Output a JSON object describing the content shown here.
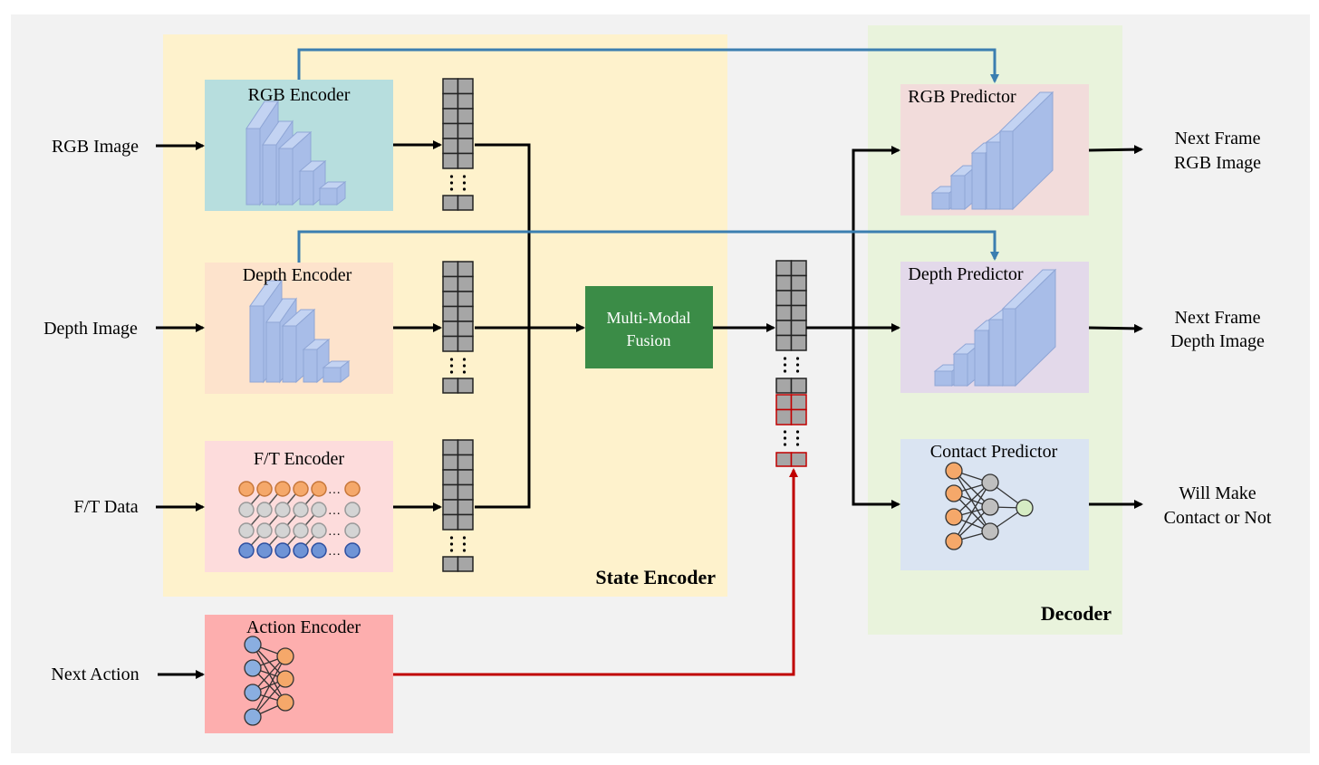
{
  "inputs": {
    "rgb": "RGB Image",
    "depth": "Depth Image",
    "ft": "F/T Data",
    "action": "Next Action"
  },
  "encoders": {
    "rgb": "RGB Encoder",
    "depth": "Depth Encoder",
    "ft": "F/T Encoder",
    "action": "Action Encoder"
  },
  "fusion": {
    "line1": "Multi-Modal",
    "line2": "Fusion"
  },
  "sections": {
    "state_encoder": "State Encoder",
    "decoder": "Decoder"
  },
  "predictors": {
    "rgb": "RGB Predictor",
    "depth": "Depth Predictor",
    "contact": "Contact Predictor"
  },
  "outputs": {
    "rgb_line1": "Next Frame",
    "rgb_line2": "RGB Image",
    "depth_line1": "Next Frame",
    "depth_line2": "Depth Image",
    "contact_line1": "Will Make",
    "contact_line2": "Contact or Not"
  },
  "ellipsis": "…",
  "colors": {
    "background_panel": "#f2f2f2",
    "state_encoder_bg": "#fef2cc",
    "decoder_bg": "#e9f3dc",
    "rgb_encoder_bg": "#b7dede",
    "depth_encoder_bg": "#fde3cc",
    "ft_encoder_bg": "#fddcdc",
    "action_encoder_bg": "#fdaeae",
    "rgb_predictor_bg": "#f2dcdb",
    "depth_predictor_bg": "#e3d9ea",
    "contact_predictor_bg": "#dae4f2",
    "fusion_bg": "#3b8c47",
    "skip_arrow": "#3b7eb0",
    "action_arrow": "#c00000",
    "feature_cell": "#a6a6a6",
    "cnn_block": "#a8bde8",
    "node_orange": "#f5a86a",
    "node_gray": "#d4d4d4",
    "node_blue": "#8aaee0",
    "node_green": "#d6ecc4"
  }
}
